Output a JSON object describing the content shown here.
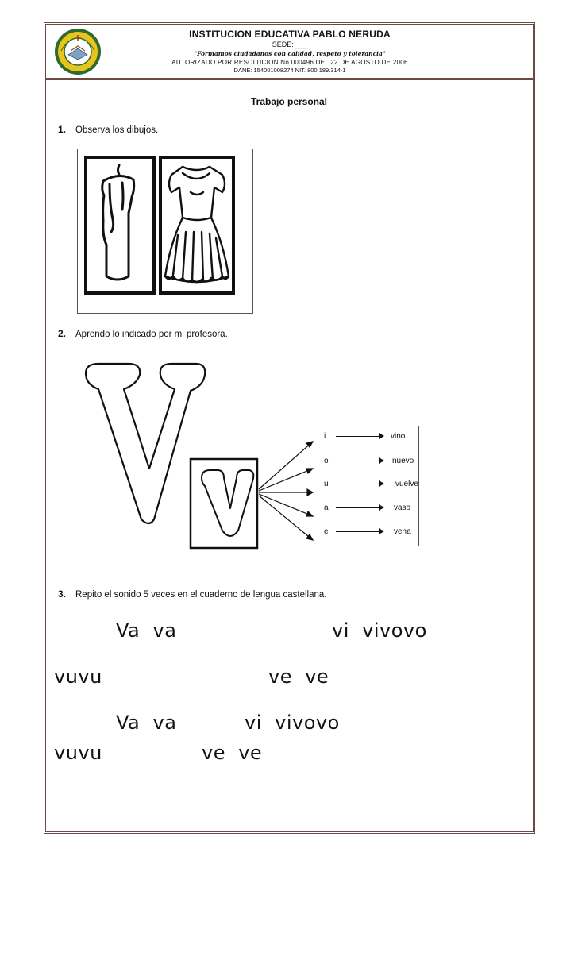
{
  "header": {
    "institution": "INSTITUCION EDUCATIVA  PABLO NERUDA",
    "sede": "SEDE: ___",
    "motto": "\"Formamos ciudadanos con calidad, respeto y tolerancia\"",
    "authorization": "AUTORIZADO POR RESOLUCION No 000496 DEL 22 DE  AGOSTO DE 2006",
    "dane": "DANE: 154001008274  NIT. 800.189.314-1"
  },
  "title": "Trabajo personal",
  "items": [
    {
      "num": "1.",
      "text": "Observa los dibujos."
    },
    {
      "num": "2.",
      "text": "Aprendo lo indicado por mi profesora."
    },
    {
      "num": "3.",
      "text": "Repito el sonido 5 veces en el cuaderno de lengua castellana."
    }
  ],
  "letters_box": [
    {
      "letter": "i",
      "word": "vino"
    },
    {
      "letter": "o",
      "word": "nuevo"
    },
    {
      "letter": "u",
      "word": "vuelve"
    },
    {
      "letter": "a",
      "word": "vaso"
    },
    {
      "letter": "e",
      "word": "vena"
    }
  ],
  "practice": {
    "line1a": "Va  va",
    "line1b": "vi  vivovo",
    "line2a": "vuvu",
    "line2b": "ve  ve",
    "line3a": "Va  va",
    "line3b": "vi  vivovo",
    "line4a": "vuvu",
    "line4b": "ve  ve"
  },
  "colors": {
    "frame": "#6b4a44",
    "logo_ring": "#e8c51a",
    "logo_inner": "#3a7d3a"
  }
}
